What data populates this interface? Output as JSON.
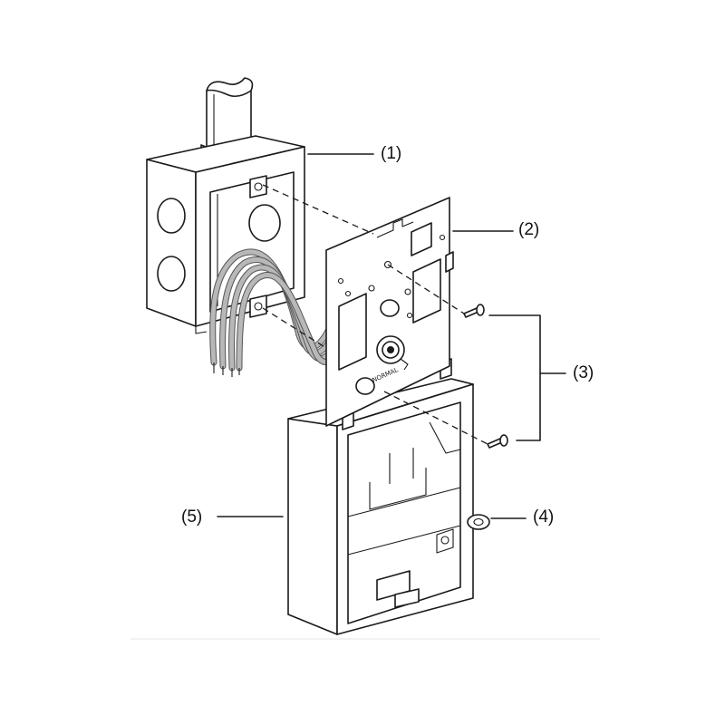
{
  "callouts": [
    {
      "id": "1",
      "text": "(1)"
    },
    {
      "id": "2",
      "text": "(2)"
    },
    {
      "id": "3",
      "text": "(3)"
    },
    {
      "id": "4",
      "text": "(4)"
    },
    {
      "id": "5",
      "text": "(5)"
    }
  ],
  "plate_marking": "NORMAL",
  "colors": {
    "line": "#1a1a1a",
    "wire": "#b8b8b8",
    "background": "#ffffff"
  }
}
